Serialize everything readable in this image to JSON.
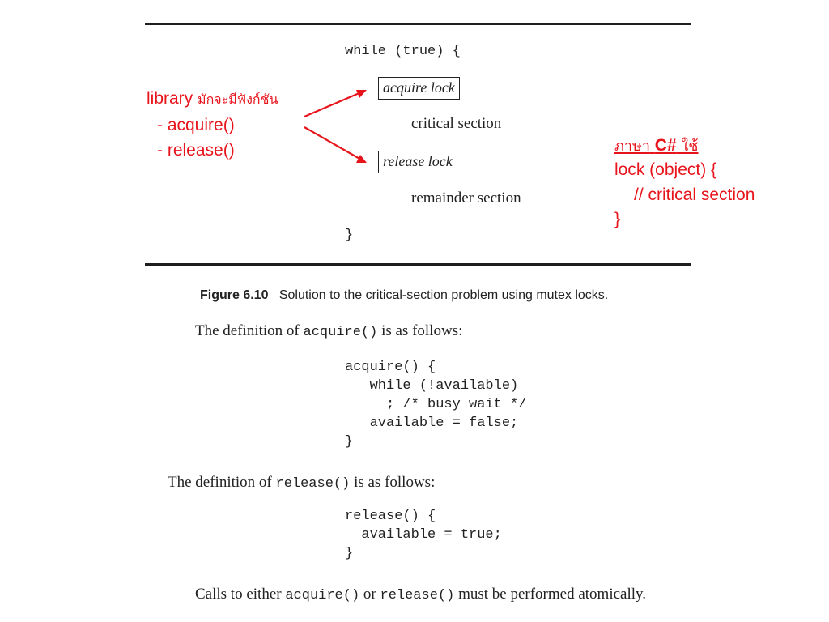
{
  "figure": {
    "code_open": "while (true) {",
    "acquire_box": "acquire lock",
    "critical": "critical section",
    "release_box": "release lock",
    "remainder": "remainder section",
    "code_close": "}",
    "caption_label": "Figure 6.10",
    "caption_text": "Solution to the critical-section problem using mutex locks."
  },
  "annotation_left": {
    "library": "library",
    "thai_note": "มักจะมีฟังก์ชัน",
    "item1": "- acquire()",
    "item2": "- release()",
    "color": "#e8141c"
  },
  "annotation_right": {
    "lang_thai": "ภาษา",
    "lang_csharp": "C#",
    "lang_use": "ใช้",
    "line1": "lock (object) {",
    "line2": "// critical section",
    "line3": "}"
  },
  "body": {
    "acq_def_pre": "The definition of ",
    "acq_def_code": "acquire()",
    "acq_def_post": " is as follows:",
    "acquire_code": [
      "acquire() {",
      "   while (!available)",
      "     ; /* busy wait */",
      "   available = false;",
      "}"
    ],
    "rel_def_pre": "The definition of ",
    "rel_def_code": "release()",
    "rel_def_post": " is as follows:",
    "release_code": [
      "release() {",
      "  available = true;",
      "}"
    ],
    "calls_pre": "Calls to either ",
    "calls_code1": "acquire()",
    "calls_mid": " or ",
    "calls_code2": "release()",
    "calls_post": " must be performed atomically."
  }
}
